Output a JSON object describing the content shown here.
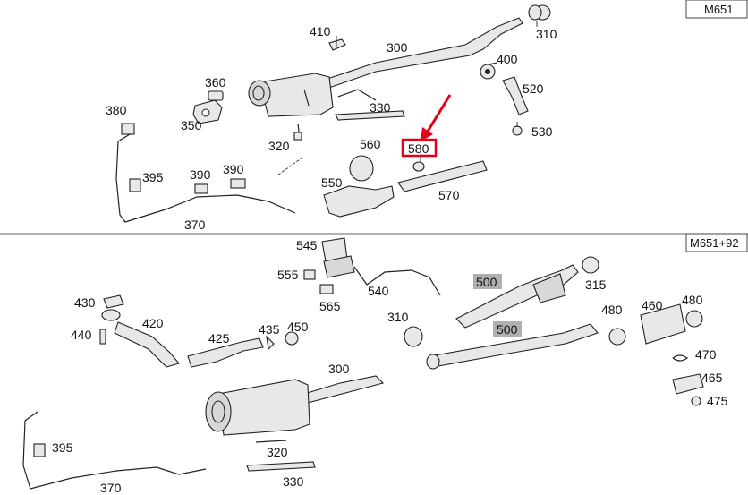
{
  "sections": {
    "top": {
      "model": "M651"
    },
    "bottom": {
      "model": "M651+92"
    }
  },
  "labels": {
    "top": [
      "410",
      "300",
      "310",
      "400",
      "520",
      "530",
      "360",
      "350",
      "330",
      "320",
      "380",
      "395",
      "390",
      "390",
      "370",
      "560",
      "580",
      "550",
      "570"
    ],
    "bottom": [
      "545",
      "555",
      "565",
      "540",
      "500",
      "315",
      "430",
      "420",
      "440",
      "425",
      "435",
      "450",
      "310",
      "480",
      "460",
      "480",
      "500",
      "470",
      "465",
      "475",
      "300",
      "395",
      "320",
      "370",
      "330"
    ]
  },
  "highlighted_label": "580",
  "highlight_color": "#e3001b",
  "shaded_label_color": "#b0b0b0"
}
